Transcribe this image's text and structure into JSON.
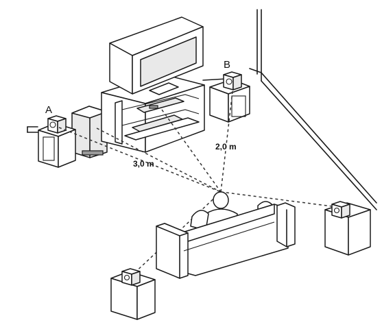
{
  "labels": {
    "speaker_a": "A",
    "speaker_b": "B",
    "distance_a": "3,0 m",
    "distance_b": "2,0 m"
  }
}
